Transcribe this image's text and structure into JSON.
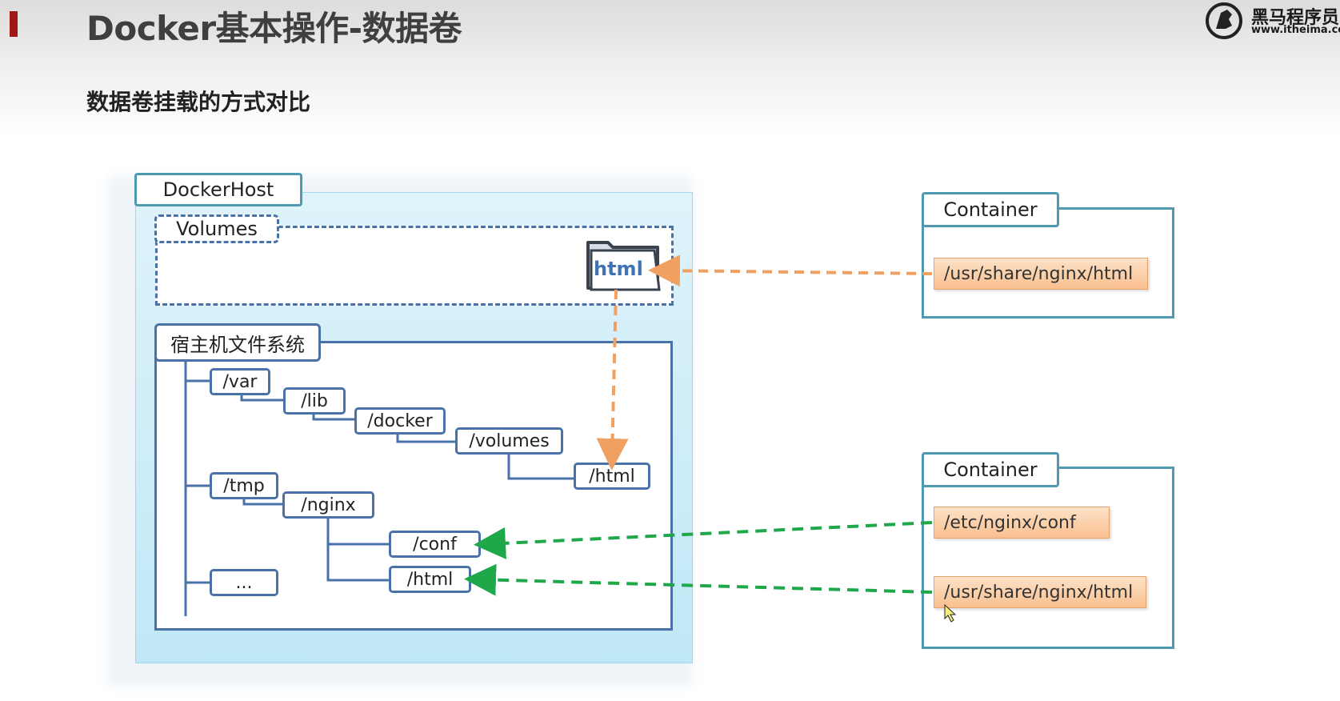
{
  "header": {
    "title": "Docker基本操作-数据卷",
    "subtitle": "数据卷挂载的方式对比",
    "logo_name": "黑马程序员",
    "logo_url": "www.itheima.com"
  },
  "diagram": {
    "host_label": "DockerHost",
    "volumes_label": "Volumes",
    "volume_folder": "html",
    "host_fs_label": "宿主机文件系统",
    "tree": {
      "var": "/var",
      "lib": "/lib",
      "docker": "/docker",
      "volumes": "/volumes",
      "vol_html": "/html",
      "tmp": "/tmp",
      "nginx": "/nginx",
      "conf": "/conf",
      "tmp_html": "/html",
      "more": "..."
    },
    "container1": {
      "label": "Container",
      "path": "/usr/share/nginx/html"
    },
    "container2": {
      "label": "Container",
      "path_conf": "/etc/nginx/conf",
      "path_html": "/usr/share/nginx/html"
    },
    "colors": {
      "volume_arrow": "#f0a060",
      "bind_arrow": "#1fa84a",
      "tree_line": "#4a72a8"
    }
  }
}
